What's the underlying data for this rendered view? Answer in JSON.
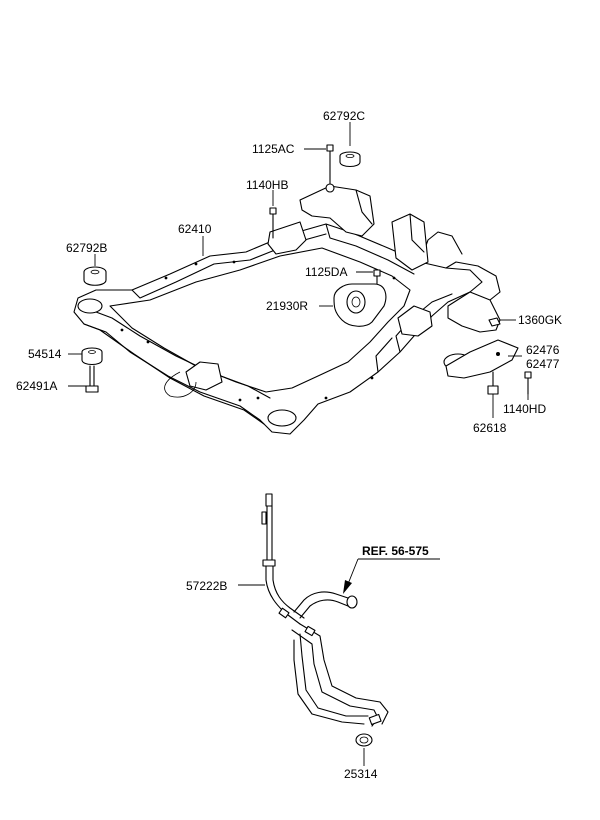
{
  "subframe_labels": {
    "p62792C": "62792C",
    "p1125AC": "1125AC",
    "p1140HB": "1140HB",
    "p62410": "62410",
    "p62792B": "62792B",
    "p1125DA": "1125DA",
    "p21930R": "21930R",
    "p1360GK": "1360GK",
    "p54514": "54514",
    "p62476": "62476",
    "p62477": "62477",
    "p62491A": "62491A",
    "p1140HD": "1140HD",
    "p62618": "62618"
  },
  "hose_labels": {
    "ref": "REF. 56-575",
    "p57222B": "57222B",
    "p25314": "25314"
  }
}
